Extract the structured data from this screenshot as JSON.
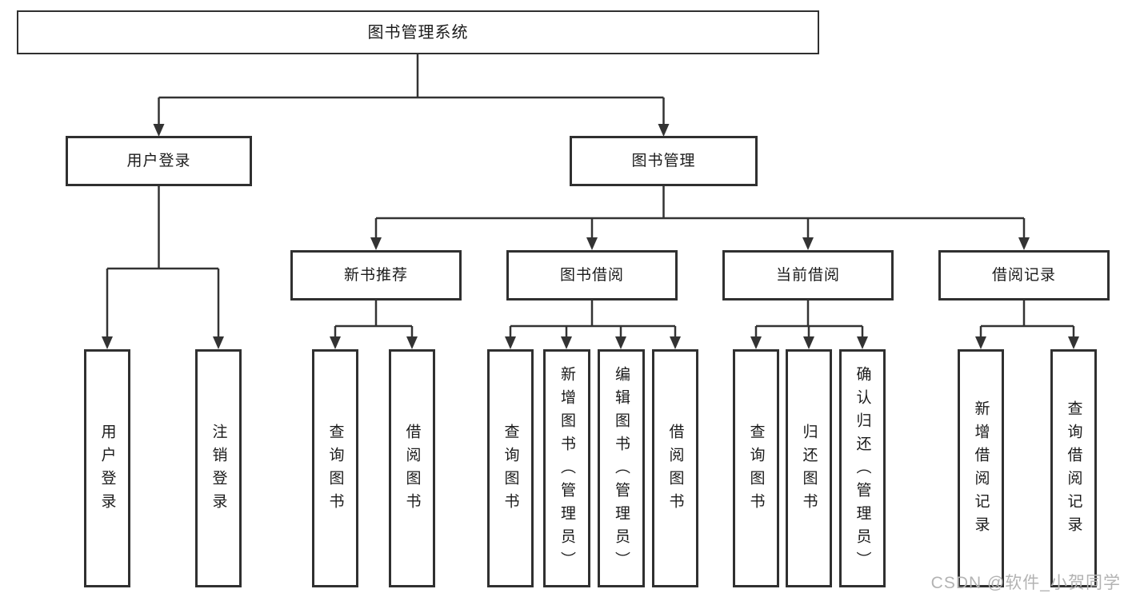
{
  "colors": {
    "line": "#333333",
    "box_border": "#303030",
    "box_bg": "#ffffff",
    "text": "#1b1b1b",
    "canvas": "#ffffff",
    "watermark": "#b3b3b3"
  },
  "watermark": {
    "label": "CSDN @软件_小贺同学"
  },
  "tree": {
    "root": {
      "label": "图书管理系统"
    },
    "level2": [
      {
        "label": "用户登录"
      },
      {
        "label": "图书管理"
      }
    ],
    "level3": [
      {
        "label": "新书推荐"
      },
      {
        "label": "图书借阅"
      },
      {
        "label": "当前借阅"
      },
      {
        "label": "借阅记录"
      }
    ],
    "leaves": {
      "user_login": [
        {
          "label": "用户登录"
        },
        {
          "label": "注销登录"
        }
      ],
      "new_book": [
        {
          "label": "查询图书"
        },
        {
          "label": "借阅图书"
        }
      ],
      "book_borrow": [
        {
          "label": "查询图书"
        },
        {
          "label": "新增图书（管理员）"
        },
        {
          "label": "编辑图书（管理员）"
        },
        {
          "label": "借阅图书"
        }
      ],
      "current_borrow": [
        {
          "label": "查询图书"
        },
        {
          "label": "归还图书"
        },
        {
          "label": "确认归还（管理员）"
        }
      ],
      "borrow_record": [
        {
          "label": "新增借阅记录"
        },
        {
          "label": "查询借阅记录"
        }
      ]
    }
  }
}
